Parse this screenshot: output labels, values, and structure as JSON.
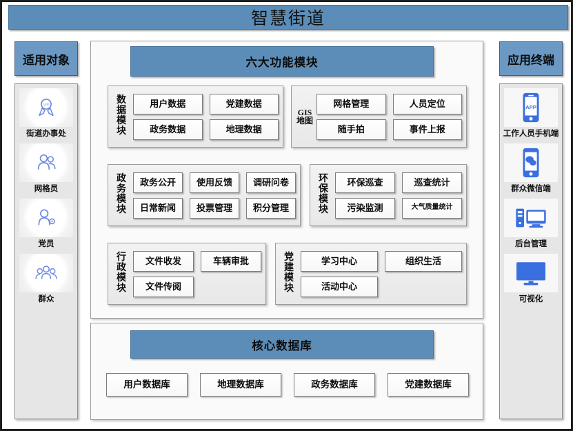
{
  "header": {
    "title": "智慧街道"
  },
  "left_sidebar": {
    "header_label": "适用对象",
    "items": [
      {
        "label": "街道办事处",
        "icon": "vip-medal-icon"
      },
      {
        "label": "网格员",
        "icon": "two-people-icon"
      },
      {
        "label": "党员",
        "icon": "person-gear-icon"
      },
      {
        "label": "群众",
        "icon": "people-group-icon"
      }
    ]
  },
  "right_sidebar": {
    "header_label": "应用终端",
    "items": [
      {
        "label": "工作人员手机端",
        "icon": "phone-app-icon"
      },
      {
        "label": "群众微信端",
        "icon": "phone-wechat-icon"
      },
      {
        "label": "后台管理",
        "icon": "desktop-pc-icon"
      },
      {
        "label": "可视化",
        "icon": "monitor-icon"
      }
    ]
  },
  "modules_section": {
    "banner_label": "六大功能模块",
    "groups": [
      {
        "title": "数据模块",
        "title_mode": "cjk",
        "columns": 2,
        "items": [
          "用户数据",
          "党建数据",
          "政务数据",
          "地理数据"
        ]
      },
      {
        "title": "GIS地图",
        "title_mode": "mixed",
        "columns": 2,
        "items": [
          "网格管理",
          "人员定位",
          "随手拍",
          "事件上报"
        ]
      },
      {
        "title": "政务模块",
        "title_mode": "cjk",
        "columns": 3,
        "items": [
          "政务公开",
          "使用反馈",
          "调研问卷",
          "日常新闻",
          "投票管理",
          "积分管理"
        ]
      },
      {
        "title": "环保模块",
        "title_mode": "cjk",
        "columns": 2,
        "items": [
          "环保巡查",
          "巡查统计",
          "污染监测",
          "大气质量统计"
        ]
      },
      {
        "title": "行政模块",
        "title_mode": "cjk",
        "columns": 2,
        "items": [
          "文件收发",
          "车辆审批",
          "文件传阅",
          ""
        ]
      },
      {
        "title": "党建模块",
        "title_mode": "cjk",
        "columns": 2,
        "items": [
          "学习中心",
          "组织生活",
          "活动中心",
          ""
        ]
      }
    ]
  },
  "database_section": {
    "banner_label": "核心数据库",
    "items": [
      "用户数据库",
      "地理数据库",
      "政务数据库",
      "党建数据库"
    ]
  },
  "colors": {
    "banner_blue": "#5B8DB8",
    "side_header_blue": "#6C99C4",
    "icon_blue": "#3A6FE0",
    "icon_light_blue": "#6E8BE0",
    "panel_gray": "#e6e6e6",
    "chip_border": "#7d7d7d",
    "frame_black": "#1d1d1d"
  }
}
